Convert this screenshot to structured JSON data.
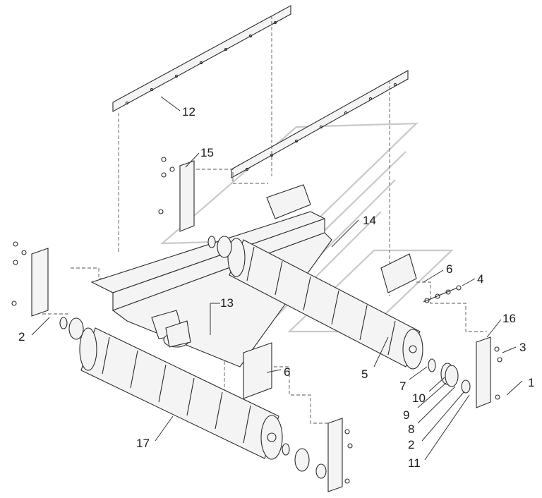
{
  "diagram": {
    "callouts": [
      {
        "id": "c1",
        "text": "1"
      },
      {
        "id": "c2a",
        "text": "2"
      },
      {
        "id": "c2b",
        "text": "2"
      },
      {
        "id": "c3",
        "text": "3"
      },
      {
        "id": "c4",
        "text": "4"
      },
      {
        "id": "c5",
        "text": "5"
      },
      {
        "id": "c6a",
        "text": "6"
      },
      {
        "id": "c6b",
        "text": "6"
      },
      {
        "id": "c7",
        "text": "7"
      },
      {
        "id": "c8",
        "text": "8"
      },
      {
        "id": "c9",
        "text": "9"
      },
      {
        "id": "c10",
        "text": "10"
      },
      {
        "id": "c11",
        "text": "11"
      },
      {
        "id": "c12",
        "text": "12"
      },
      {
        "id": "c13",
        "text": "13"
      },
      {
        "id": "c14",
        "text": "14"
      },
      {
        "id": "c15",
        "text": "15"
      },
      {
        "id": "c16",
        "text": "16"
      },
      {
        "id": "c17",
        "text": "17"
      }
    ]
  }
}
